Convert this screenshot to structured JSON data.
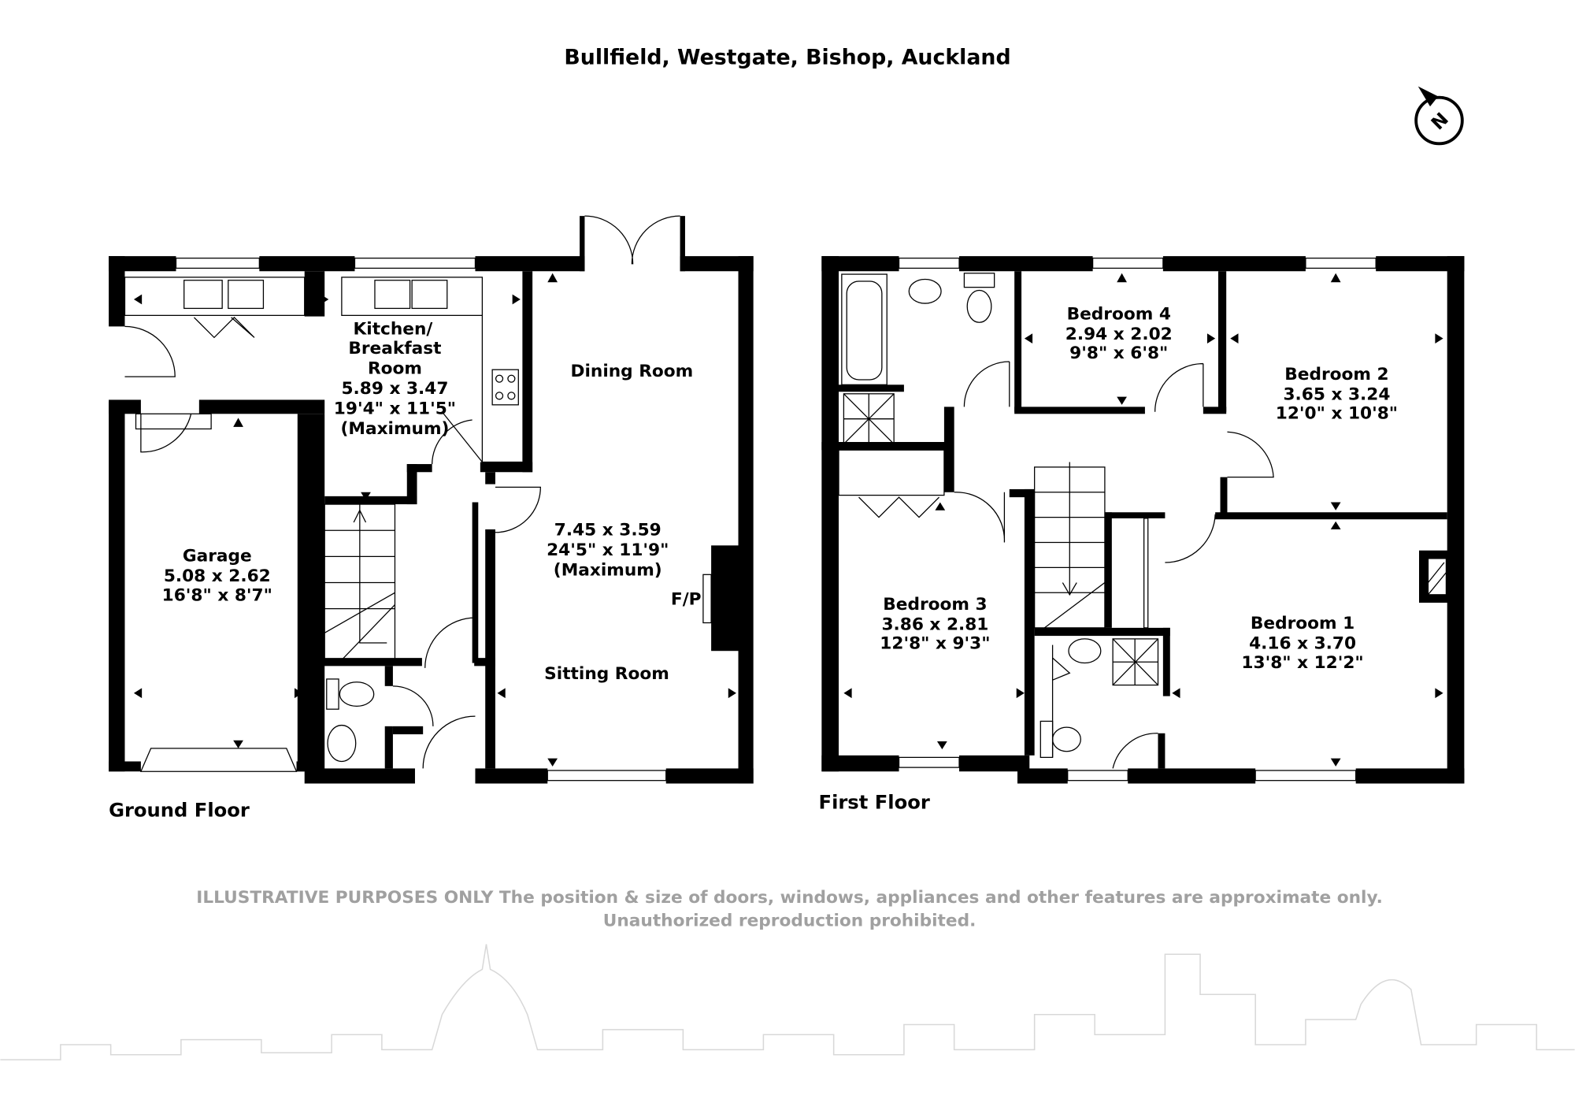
{
  "title": "Bullfield, Westgate, Bishop, Auckland",
  "compass": {
    "icon": "north-arrow-icon",
    "label": "N"
  },
  "ground_floor": {
    "label": "Ground Floor",
    "kitchen": {
      "name1": "Kitchen/",
      "name2": "Breakfast",
      "name3": "Room",
      "metric": "5.89 x 3.47",
      "imperial": "19'4\" x 11'5\"",
      "note": "(Maximum)"
    },
    "dining": {
      "name": "Dining Room"
    },
    "sitting": {
      "name": "Sitting Room",
      "metric": "7.45 x 3.59",
      "imperial": "24'5\" x 11'9\"",
      "note": "(Maximum)",
      "fireplace": "F/P"
    },
    "garage": {
      "name": "Garage",
      "metric": "5.08 x 2.62",
      "imperial": "16'8\" x 8'7\""
    }
  },
  "first_floor": {
    "label": "First Floor",
    "bedroom1": {
      "name": "Bedroom 1",
      "metric": "4.16 x 3.70",
      "imperial": "13'8\" x 12'2\""
    },
    "bedroom2": {
      "name": "Bedroom 2",
      "metric": "3.65 x 3.24",
      "imperial": "12'0\" x 10'8\""
    },
    "bedroom3": {
      "name": "Bedroom 3",
      "metric": "3.86 x 2.81",
      "imperial": "12'8\" x 9'3\""
    },
    "bedroom4": {
      "name": "Bedroom 4",
      "metric": "2.94 x 2.02",
      "imperial": "9'8\" x 6'8\""
    }
  },
  "disclaimer": {
    "line1": "ILLUSTRATIVE PURPOSES ONLY  The position & size of doors, windows, appliances and other features are approximate only.",
    "line2": "Unauthorized reproduction prohibited."
  },
  "colors": {
    "wall": "#000000",
    "disclaimer": "#a0a0a0",
    "skyline": "#d8d8d8"
  }
}
